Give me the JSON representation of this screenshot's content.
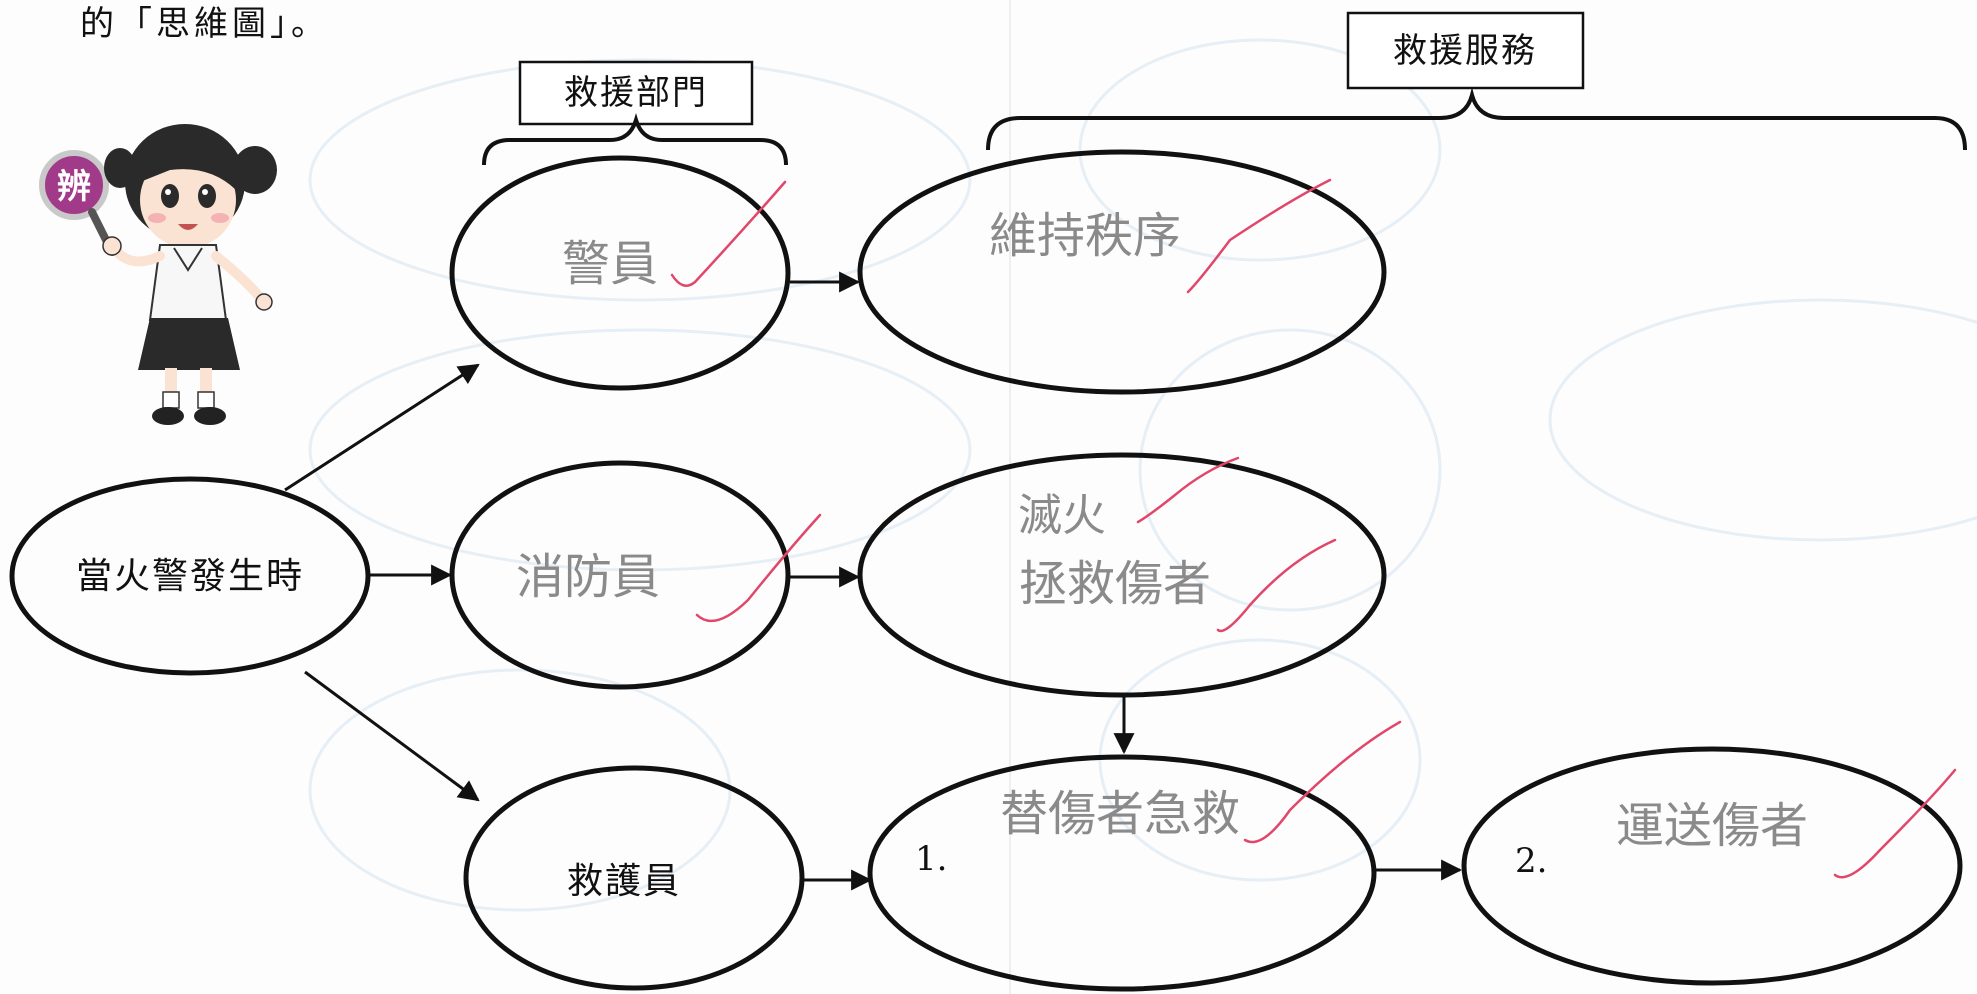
{
  "intro_text": "的「思維圖」。",
  "headers": {
    "departments": "救援部門",
    "services": "救援服務"
  },
  "mascot": {
    "badge": "辨"
  },
  "root": {
    "label": "當火警發生時"
  },
  "departments": [
    {
      "key": "police",
      "label": "警員",
      "style": "handwritten",
      "checked": true
    },
    {
      "key": "fire",
      "label": "消防員",
      "style": "handwritten",
      "checked": true
    },
    {
      "key": "ambulance",
      "label": "救護員",
      "style": "printed",
      "checked": false
    }
  ],
  "services": {
    "police": {
      "lines": [
        "維持秩序"
      ],
      "checked": true
    },
    "fire": {
      "lines": [
        "滅火",
        "拯救傷者"
      ],
      "checked": true
    },
    "ambulance_1": {
      "number": "1.",
      "lines": [
        "替傷者急救"
      ],
      "checked": true
    },
    "ambulance_2": {
      "number": "2.",
      "lines": [
        "運送傷者"
      ],
      "checked": true
    }
  },
  "colors": {
    "ink": "#111111",
    "pencil": "#8a8a8a",
    "check_mark": "#e0476a"
  }
}
